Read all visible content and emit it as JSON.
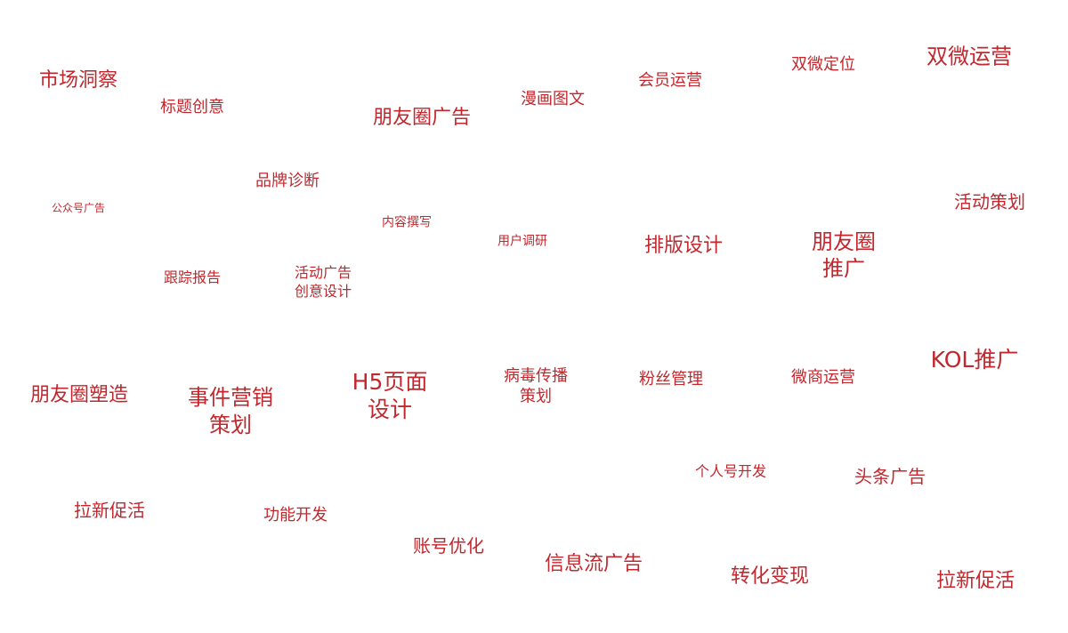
{
  "accent_color": "#c1272d",
  "words": [
    {
      "id": "w1",
      "lines": [
        "市场洞察"
      ]
    },
    {
      "id": "w2",
      "lines": [
        "标题创意"
      ]
    },
    {
      "id": "w3",
      "lines": [
        "朋友圈广告"
      ]
    },
    {
      "id": "w4",
      "lines": [
        "漫画图文"
      ]
    },
    {
      "id": "w5",
      "lines": [
        "会员运营"
      ]
    },
    {
      "id": "w6",
      "lines": [
        "双微定位"
      ]
    },
    {
      "id": "w7",
      "lines": [
        "双微运营"
      ]
    },
    {
      "id": "w8",
      "lines": [
        "品牌诊断"
      ]
    },
    {
      "id": "w9",
      "lines": [
        "公众号广告"
      ]
    },
    {
      "id": "w10",
      "lines": [
        "内容撰写"
      ]
    },
    {
      "id": "w11",
      "lines": [
        "用户调研"
      ]
    },
    {
      "id": "w12",
      "lines": [
        "排版设计"
      ]
    },
    {
      "id": "w13",
      "lines": [
        "朋友圈",
        "推广"
      ]
    },
    {
      "id": "w14",
      "lines": [
        "活动策划"
      ]
    },
    {
      "id": "w15",
      "lines": [
        "跟踪报告"
      ]
    },
    {
      "id": "w16",
      "lines": [
        "活动广告",
        "创意设计"
      ]
    },
    {
      "id": "w17",
      "lines": [
        "朋友圈塑造"
      ]
    },
    {
      "id": "w18",
      "lines": [
        "事件营销",
        "策划"
      ]
    },
    {
      "id": "w19",
      "lines": [
        "H5页面",
        "设计"
      ]
    },
    {
      "id": "w20",
      "lines": [
        "病毒传播",
        "策划"
      ]
    },
    {
      "id": "w21",
      "lines": [
        "粉丝管理"
      ]
    },
    {
      "id": "w22",
      "lines": [
        "微商运营"
      ]
    },
    {
      "id": "w23",
      "lines": [
        "KOL推广"
      ]
    },
    {
      "id": "w24",
      "lines": [
        "个人号开发"
      ]
    },
    {
      "id": "w25",
      "lines": [
        "头条广告"
      ]
    },
    {
      "id": "w26",
      "lines": [
        "拉新促活"
      ]
    },
    {
      "id": "w27",
      "lines": [
        "功能开发"
      ]
    },
    {
      "id": "w28",
      "lines": [
        "账号优化"
      ]
    },
    {
      "id": "w29",
      "lines": [
        "信息流广告"
      ]
    },
    {
      "id": "w30",
      "lines": [
        "转化变现"
      ]
    },
    {
      "id": "w31",
      "lines": [
        "拉新促活"
      ]
    }
  ]
}
